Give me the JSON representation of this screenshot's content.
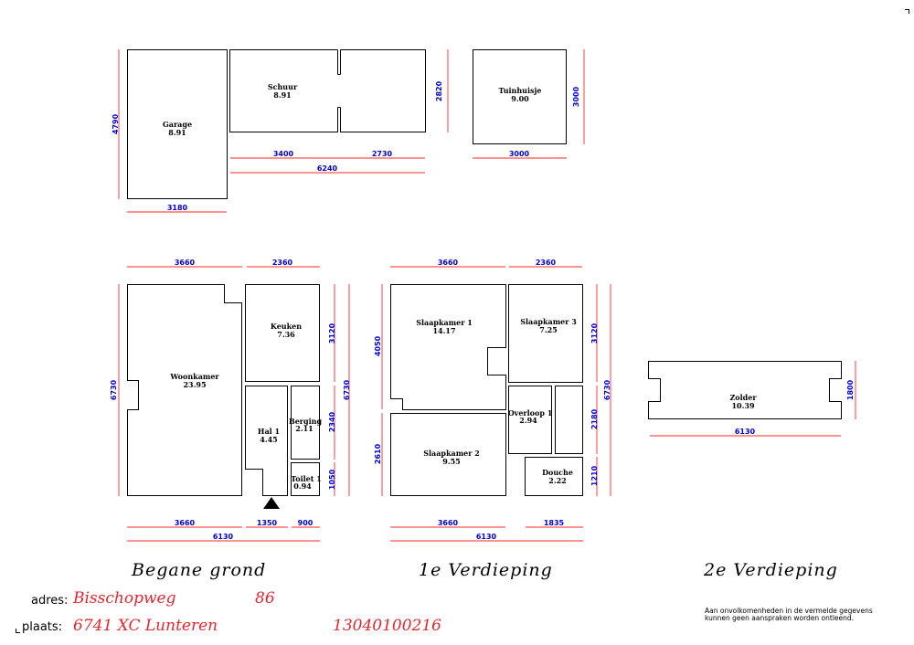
{
  "rooms": {
    "garage": {
      "name": "Garage",
      "area": "8.91"
    },
    "schuur": {
      "name": "Schuur",
      "area": "8.91"
    },
    "tuinhuisje": {
      "name": "Tuinhuisje",
      "area": "9.00"
    },
    "woonkamer": {
      "name": "Woonkamer",
      "area": "23.95"
    },
    "keuken": {
      "name": "Keuken",
      "area": "7.36"
    },
    "hal": {
      "name": "Hal 1",
      "area": "4.45"
    },
    "berging": {
      "name": "Berging",
      "area": "2.11"
    },
    "toilet": {
      "name": "Toilet 1",
      "area": "0.94"
    },
    "slaapkamer1": {
      "name": "Slaapkamer 1",
      "area": "14.17"
    },
    "slaapkamer3": {
      "name": "Slaapkamer 3",
      "area": "7.25"
    },
    "overloop": {
      "name": "Overloop 1",
      "area": "2.94"
    },
    "slaapkamer2": {
      "name": "Slaapkamer 2",
      "area": "9.55"
    },
    "douche": {
      "name": "Douche",
      "area": "2.22"
    },
    "zolder": {
      "name": "Zolder",
      "area": "10.39"
    }
  },
  "dimensions": {
    "garage_h": "4790",
    "garage_w": "3180",
    "schuur_w1": "3400",
    "schuur_w2": "2730",
    "schuur_total": "6240",
    "schuur_h": "2820",
    "tuin_w": "3000",
    "tuin_h": "3000",
    "bg_top1": "3660",
    "bg_top2": "2360",
    "bg_left": "6730",
    "bg_right1": "3120",
    "bg_right2": "2340",
    "bg_right3": "1050",
    "bg_right_total": "6730",
    "bg_bot1": "3660",
    "bg_bot2": "1350",
    "bg_bot3": "900",
    "bg_bot_total": "6130",
    "v1_top1": "3660",
    "v1_top2": "2360",
    "v1_left1": "4050",
    "v1_left2": "2610",
    "v1_right1": "3120",
    "v1_right2": "2180",
    "v1_right3": "1210",
    "v1_right_total": "6730",
    "v1_bot1": "3660",
    "v1_bot2": "1835",
    "v1_bot_total": "6130",
    "zolder_w": "6130",
    "zolder_h": "1800"
  },
  "levels": {
    "begane_grond": "Begane grond",
    "verdieping1": "1e Verdieping",
    "verdieping2": "2e Verdieping"
  },
  "address": {
    "adres_label": "adres:",
    "street": "Bisschopweg",
    "number": "86",
    "plaats_label": "plaats:",
    "postcode_city": "6741 XC  Lunteren",
    "code": "13040100216"
  },
  "disclaimer": {
    "line1": "Aan onvolkomenheden in de vermelde gegevens",
    "line2": "kunnen geen aanspraken worden ontleend."
  },
  "colors": {
    "dimension_line": "#ff2a2a",
    "dimension_text": "#0000dd",
    "address_text": "#e8262f"
  }
}
